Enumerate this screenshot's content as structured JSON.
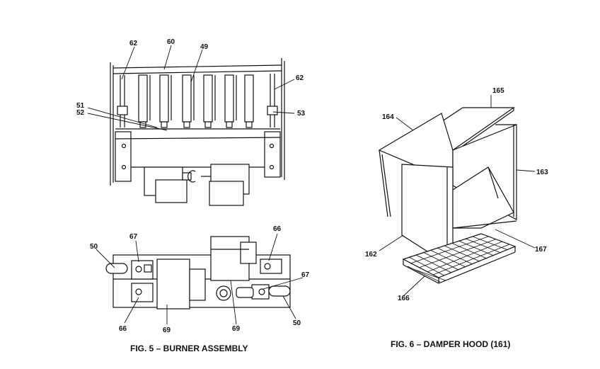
{
  "fig5": {
    "caption": "FIG. 5 – BURNER ASSEMBLY",
    "labels": {
      "l62a": "62",
      "l60": "60",
      "l49": "49",
      "l62b": "62",
      "l51": "51",
      "l52": "52",
      "l53": "53",
      "l50a": "50",
      "l67a": "67",
      "l66a": "66",
      "l67b": "67",
      "l66b": "66",
      "l69a": "69",
      "l69b": "69",
      "l50b": "50"
    }
  },
  "fig6": {
    "caption": "FIG. 6 – DAMPER HOOD (161)",
    "labels": {
      "l165": "165",
      "l164": "164",
      "l163": "163",
      "l162": "162",
      "l167": "167",
      "l166": "166"
    }
  }
}
